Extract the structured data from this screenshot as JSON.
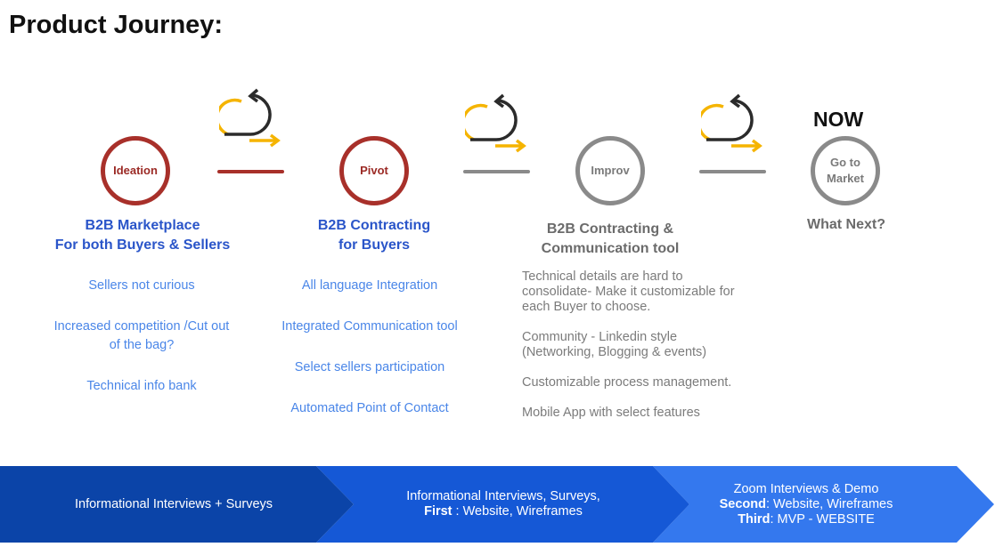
{
  "title": "Product Journey:",
  "now_label": "NOW",
  "stages": [
    {
      "circle_label": "Ideation",
      "heading_lines": [
        "B2B Marketplace",
        "For both Buyers & Sellers"
      ],
      "items": [
        "Sellers not curious",
        "Increased competition /Cut out",
        "of the bag?",
        "Technical info bank"
      ]
    },
    {
      "circle_label": "Pivot",
      "heading_lines": [
        "B2B Contracting",
        "for Buyers"
      ],
      "items": [
        "All language Integration",
        "Integrated Communication tool",
        "Select sellers participation",
        "Automated Point of Contact"
      ]
    },
    {
      "circle_label": "Improv",
      "heading_lines": [
        "B2B Contracting &",
        "Communication tool"
      ],
      "items": [
        "Technical details are hard to",
        "consolidate- Make it customizable for",
        "each Buyer to choose.",
        "Community - Linkedin style",
        "(Networking, Blogging & events)",
        "Customizable process management.",
        "Mobile App with select features"
      ]
    },
    {
      "circle_label_lines": [
        "Go to",
        "Market"
      ],
      "heading_lines": [
        "What Next?"
      ],
      "items": []
    }
  ],
  "bottom_bar": [
    {
      "lines": [
        "Informational Interviews + Surveys"
      ]
    },
    {
      "line1": "Informational Interviews, Surveys,",
      "line2_bold": "First",
      "line2_rest": " : Website, Wireframes"
    },
    {
      "line1": "Zoom Interviews & Demo",
      "line2_bold": "Second",
      "line2_rest": ": Website, Wireframes",
      "line3_bold": "Third",
      "line3_rest": ": MVP - WEBSITE"
    }
  ],
  "colors": {
    "red": "#a8302a",
    "grey": "#8a8a8a",
    "heading_blue": "#2a55c9",
    "item_blue": "#4a86e8",
    "chevron_1": "#0b44a8",
    "chevron_2": "#1558d6",
    "chevron_3": "#3478ee",
    "loop_yellow": "#f5b400",
    "loop_dark": "#2b2b2b"
  },
  "icons": [
    "iterate-loop-icon"
  ]
}
